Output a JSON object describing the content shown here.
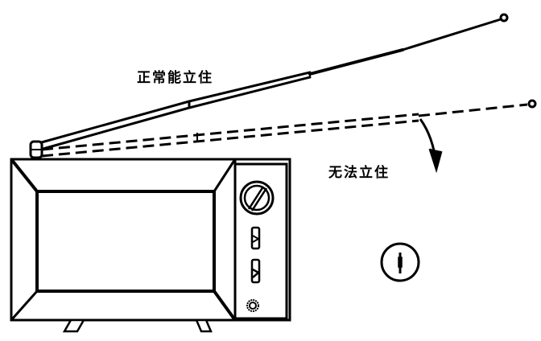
{
  "diagram": {
    "subject": "Portable TV with telescopic antenna",
    "labels": {
      "normal": "正常能立住",
      "cannot": "无法立住"
    },
    "colors": {
      "ink": "#000000",
      "background": "#ffffff"
    },
    "icons": {
      "antenna-tip": "circle",
      "tuning-knob": "circle-with-slot",
      "screw": "circle-with-slot",
      "jack": "double-circle"
    }
  }
}
